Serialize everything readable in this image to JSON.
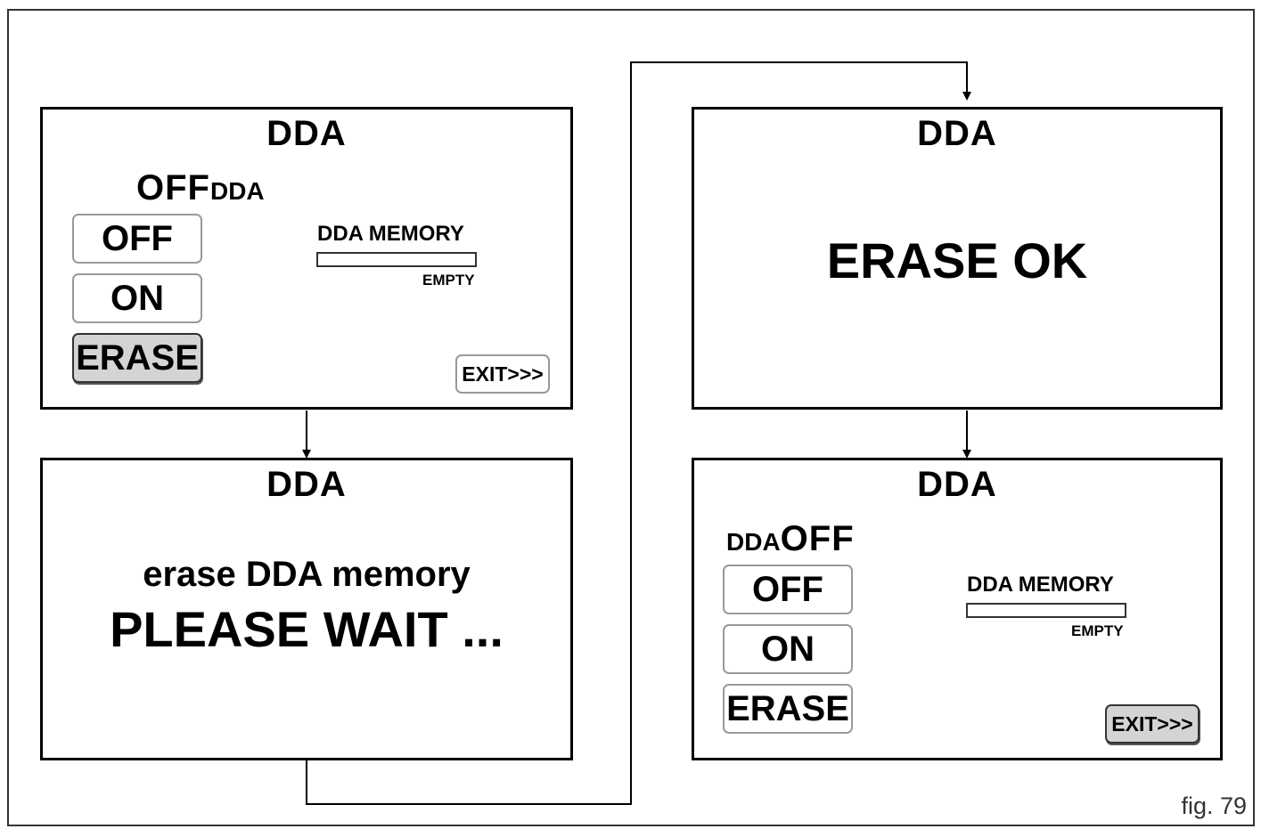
{
  "screens": {
    "menu_initial": {
      "title": "DDA",
      "state_main": "OFF",
      "state_sub": "DDA",
      "buttons": {
        "off": "OFF",
        "on": "ON",
        "erase": "ERASE"
      },
      "selected_button": "erase",
      "memory_label": "DDA MEMORY",
      "memory_status": "EMPTY",
      "exit_label": "EXIT>>>"
    },
    "erasing": {
      "title": "DDA",
      "message_line1": "erase DDA memory",
      "message_line2": "PLEASE WAIT ..."
    },
    "erase_ok": {
      "title": "DDA",
      "message": "ERASE OK"
    },
    "menu_final": {
      "title": "DDA",
      "state_sub": "DDA",
      "state_main": "OFF",
      "buttons": {
        "off": "OFF",
        "on": "ON",
        "erase": "ERASE"
      },
      "selected_button": "exit",
      "memory_label": "DDA MEMORY",
      "memory_status": "EMPTY",
      "exit_label": "EXIT>>>"
    }
  },
  "figure_label": "fig. 79"
}
